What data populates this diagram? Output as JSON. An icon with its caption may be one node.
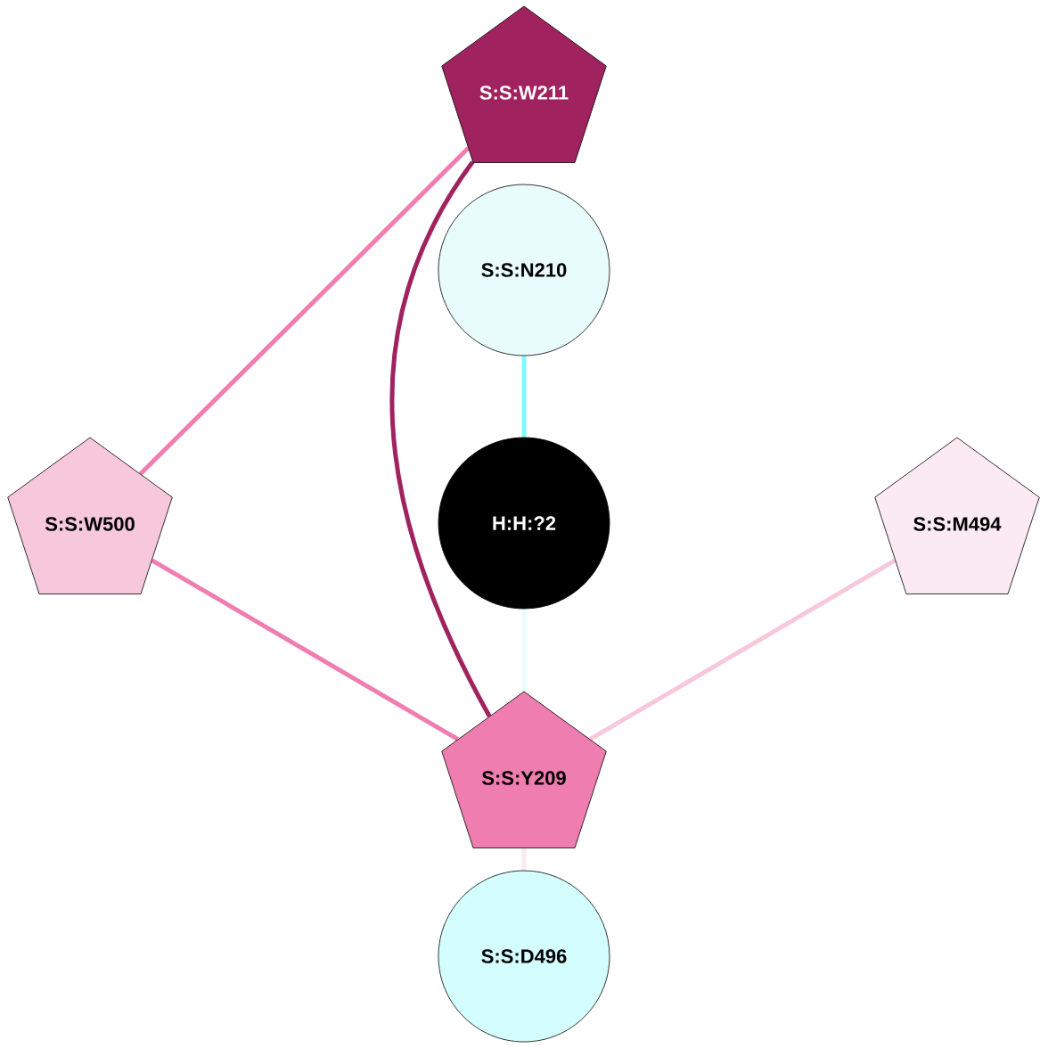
{
  "diagram": {
    "nodes": [
      {
        "text": [
          "S:S:W211"
        ]
      },
      {
        "text": [
          "S:S:N210"
        ]
      },
      {
        "text": [
          "H:H:?2"
        ]
      },
      {
        "text": [
          "S:S:W500"
        ]
      },
      {
        "text": [
          "S:S:M494"
        ]
      },
      {
        "text": [
          "S:S:Y209"
        ]
      },
      {
        "text": [
          "S:S:D496"
        ]
      }
    ],
    "edges": [
      {
        "from": 0,
        "to": 3,
        "arrow": "none",
        "color": "#f07daf"
      },
      {
        "from": 0,
        "to": 5,
        "arrow": "none",
        "color": "#a0235f"
      },
      {
        "from": 1,
        "to": 2,
        "arrow": "none",
        "color": "#7ffafa"
      },
      {
        "from": 2,
        "to": 5,
        "arrow": "none",
        "color": "#e8fcfc"
      },
      {
        "from": 3,
        "to": 5,
        "arrow": "none",
        "color": "#f07daf"
      },
      {
        "from": 4,
        "to": 5,
        "arrow": "none",
        "color": "#f7c8dc"
      },
      {
        "from": 5,
        "to": 6,
        "arrow": "none",
        "color": "#fbeaf1"
      }
    ]
  }
}
